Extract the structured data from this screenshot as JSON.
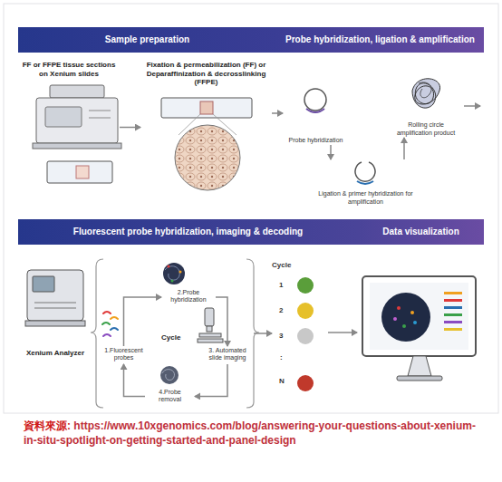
{
  "diagram": {
    "nodes": [
      {
        "text": [
          "Sample preparation"
        ]
      },
      {
        "text": [
          "Probe hybridization, ligation & amplification"
        ]
      },
      {
        "text": [
          "FF or FFPE tissue sections on Xenium slides"
        ]
      },
      {
        "text": [
          "Fixation & permeabilization (FF) or Deparaffinization & decrosslinking (FFPE)"
        ]
      },
      {
        "text": [
          "Probe hybridization"
        ]
      },
      {
        "text": [
          "Ligation & primer hybridization for amplification"
        ]
      },
      {
        "text": [
          "Rolling circle amplification product"
        ]
      },
      {
        "text": [
          "Fluorescent probe hybridization, imaging & decoding"
        ]
      },
      {
        "text": [
          "Data visualization"
        ]
      },
      {
        "text": [
          "Xenium Analyzer"
        ]
      },
      {
        "text": [
          "Cycle"
        ]
      },
      {
        "text": [
          "1.Fluorescent probes"
        ],
        "in": 10
      },
      {
        "text": [
          "2.Probe hybridization"
        ],
        "in": 10
      },
      {
        "text": [
          "3. Automated slide imaging"
        ],
        "in": 10
      },
      {
        "text": [
          "4.Probe removal"
        ],
        "in": 10
      },
      {
        "text": [
          "Cycle",
          "1",
          "2",
          "3",
          ":",
          "N"
        ]
      }
    ],
    "edges": [
      {
        "from": 2,
        "to": 3,
        "arrow": "to"
      },
      {
        "from": 3,
        "to": 4,
        "arrow": "to"
      },
      {
        "from": 4,
        "to": 5,
        "arrow": "to"
      },
      {
        "from": 5,
        "to": 6,
        "arrow": "to"
      },
      {
        "from": 11,
        "to": 12,
        "arrow": "to"
      },
      {
        "from": 12,
        "to": 13,
        "arrow": "to"
      },
      {
        "from": 13,
        "to": 14,
        "arrow": "to"
      },
      {
        "from": 14,
        "to": 11,
        "arrow": "to"
      },
      {
        "from": 10,
        "to": 15,
        "arrow": "to"
      }
    ],
    "labels": [
      "資料來源:",
      "https://www.10xgenomics.com/blog/answering-your-questions-about-xenium-in-situ-spotlight-on-getting-started-and-panel-design"
    ]
  }
}
